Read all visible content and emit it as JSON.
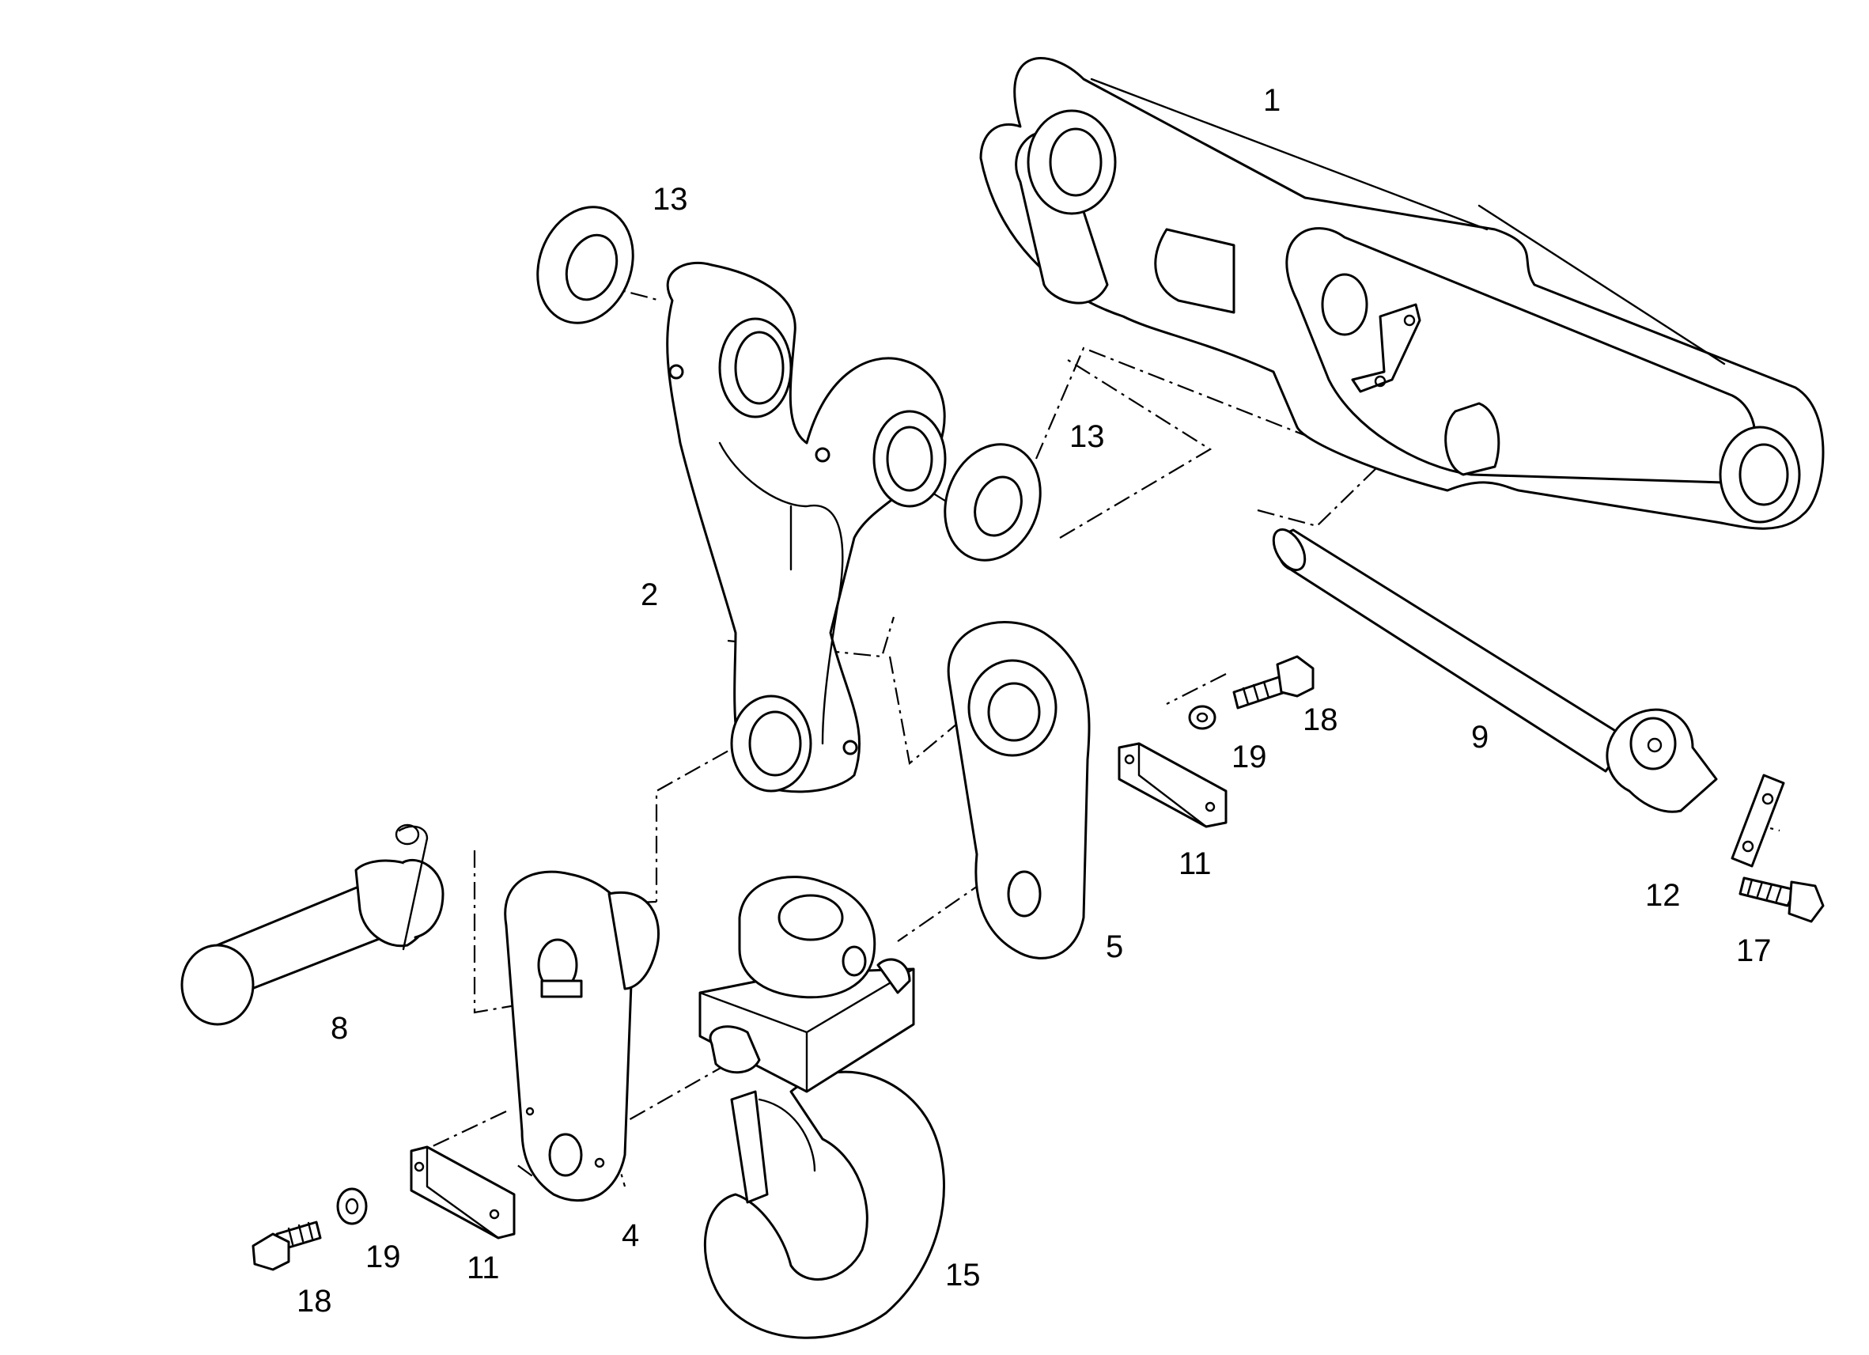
{
  "callouts": {
    "c1": "1",
    "c2": "2",
    "c4": "4",
    "c5": "5",
    "c8": "8",
    "c9": "9",
    "c11a": "11",
    "c11b": "11",
    "c12": "12",
    "c13a": "13",
    "c13b": "13",
    "c15": "15",
    "c17": "17",
    "c18a": "18",
    "c18b": "18",
    "c19a": "19",
    "c19b": "19"
  },
  "colors": {
    "ink": "#000000",
    "paper": "#ffffff"
  }
}
